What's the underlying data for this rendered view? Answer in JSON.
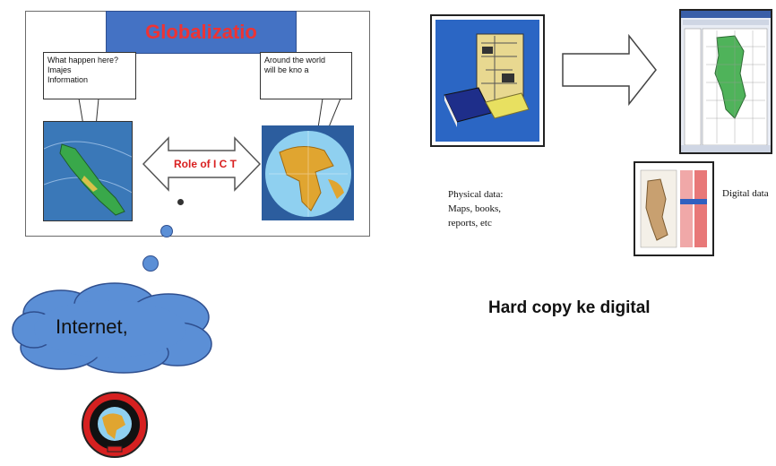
{
  "left_panel": {
    "title": "Globalizatio",
    "callout_left": [
      "What happen here?",
      "Imajes",
      "Information"
    ],
    "callout_right": [
      "Around the world",
      "will be kno a"
    ],
    "arrow_label": "Role of I C T",
    "cloud_label": "Internet,"
  },
  "right_panel": {
    "physical_caption": [
      "Physical data:",
      "Maps, books,",
      "reports, etc"
    ],
    "digital_caption": "Digital data",
    "heading": "Hard copy ke digital"
  },
  "colors": {
    "title_bar": "#4472c4",
    "title_text": "#ee3333",
    "cloud_fill": "#5b8fd6",
    "accent_red": "#d92020"
  }
}
